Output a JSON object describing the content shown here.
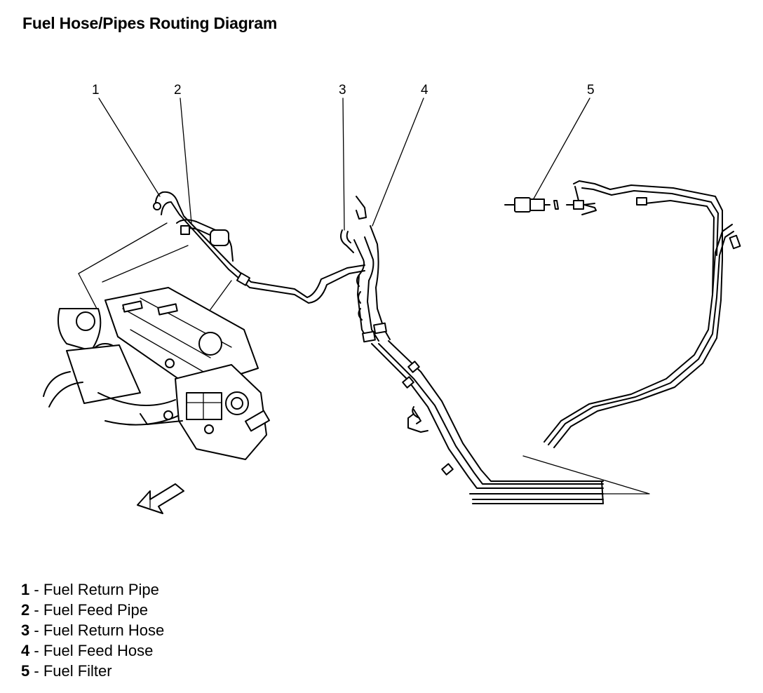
{
  "title": "Fuel Hose/Pipes Routing Diagram",
  "callouts": [
    "1",
    "2",
    "3",
    "4",
    "5"
  ],
  "legend": [
    {
      "num": "1",
      "sep": " - ",
      "label": "Fuel Return Pipe"
    },
    {
      "num": "2",
      "sep": " - ",
      "label": "Fuel Feed Pipe"
    },
    {
      "num": "3",
      "sep": " - ",
      "label": "Fuel Return Hose"
    },
    {
      "num": "4",
      "sep": " - ",
      "label": "Fuel Feed Hose"
    },
    {
      "num": "5",
      "sep": " - ",
      "label": "Fuel Filter"
    }
  ]
}
